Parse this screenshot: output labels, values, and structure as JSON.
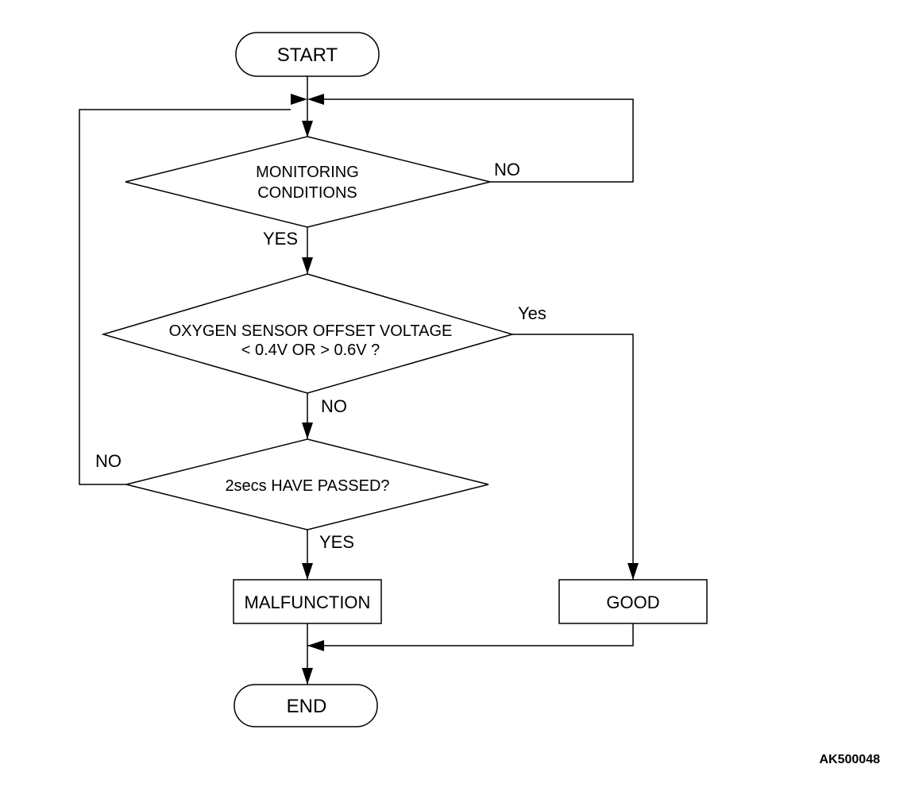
{
  "diagram": {
    "start_label": "START",
    "end_label": "END",
    "monitoring": {
      "line1": "MONITORING",
      "line2": "CONDITIONS",
      "no_label": "NO",
      "yes_label": "YES"
    },
    "offset": {
      "line1": "OXYGEN SENSOR OFFSET VOLTAGE",
      "line2": "< 0.4V OR > 0.6V ?",
      "yes_label": "Yes",
      "no_label": "NO"
    },
    "timer": {
      "text": "2secs HAVE PASSED?",
      "no_label": "NO",
      "yes_label": "YES"
    },
    "malfunction_label": "MALFUNCTION",
    "good_label": "GOOD"
  },
  "figure_code": "AK500048"
}
